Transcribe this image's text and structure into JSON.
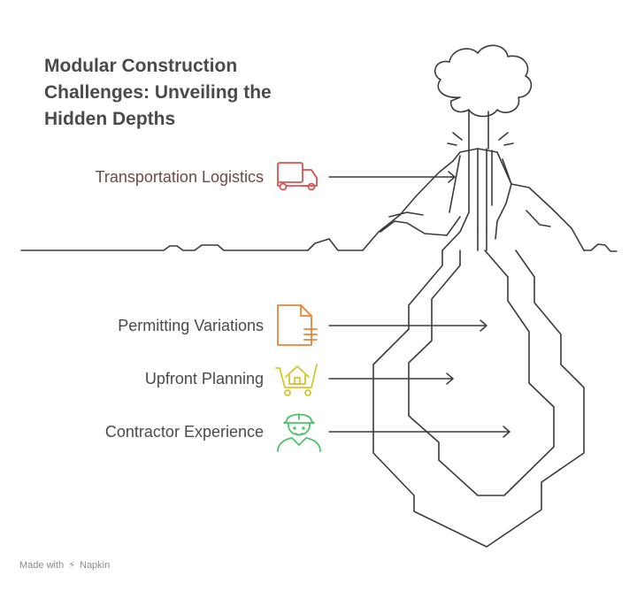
{
  "title": "Modular Construction Challenges: Unveiling the Hidden Depths",
  "items": [
    {
      "label": "Transportation Logistics",
      "icon": "truck-icon",
      "color": "#d9534f"
    },
    {
      "label": "Permitting Variations",
      "icon": "document-icon",
      "color": "#e8833a"
    },
    {
      "label": "Upfront Planning",
      "icon": "house-cart-icon",
      "color": "#d9c32e"
    },
    {
      "label": "Contractor Experience",
      "icon": "construction-worker-icon",
      "color": "#4cc36a"
    }
  ],
  "footer": {
    "made_with": "Made with",
    "brand": "Napkin"
  }
}
